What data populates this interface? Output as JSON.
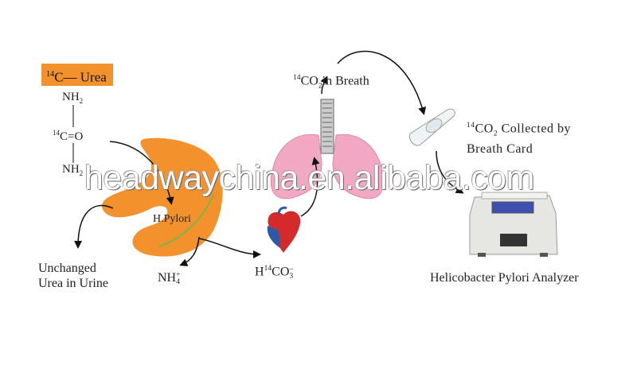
{
  "urea_label": {
    "iso": "14",
    "text": "C— Urea"
  },
  "molecule": {
    "nh2_top": {
      "base": "NH",
      "sub": "2"
    },
    "carbonyl": {
      "iso": "14",
      "text": "C=O"
    },
    "nh2_bottom": {
      "base": "NH",
      "sub": "2"
    }
  },
  "stomach_label": "H.Pylori",
  "unchanged": [
    "Unchanged",
    "Urea in Urine"
  ],
  "ammonium": {
    "base": "NH",
    "sup": "+",
    "sub": "4"
  },
  "bicarbonate": {
    "h": "H",
    "iso": "14",
    "co": "CO",
    "sub": "3",
    "charge": "–"
  },
  "breath": {
    "iso": "14",
    "co": "CO",
    "sub": "2",
    "text": "in Breath"
  },
  "card": {
    "iso": "14",
    "co": "CO",
    "sub": "2",
    "line1": " Collected by",
    "line2": "Breath Card"
  },
  "analyzer_label": "Helicobacter Pylori Analyzer",
  "watermark": "headwaychina.en.alibaba.com",
  "colors": {
    "stomach": "#f3922d",
    "lungs": "#f2a7c3",
    "label_box": "#f3922d",
    "heart_red": "#d42a2a",
    "heart_blue": "#2d5aa8"
  }
}
